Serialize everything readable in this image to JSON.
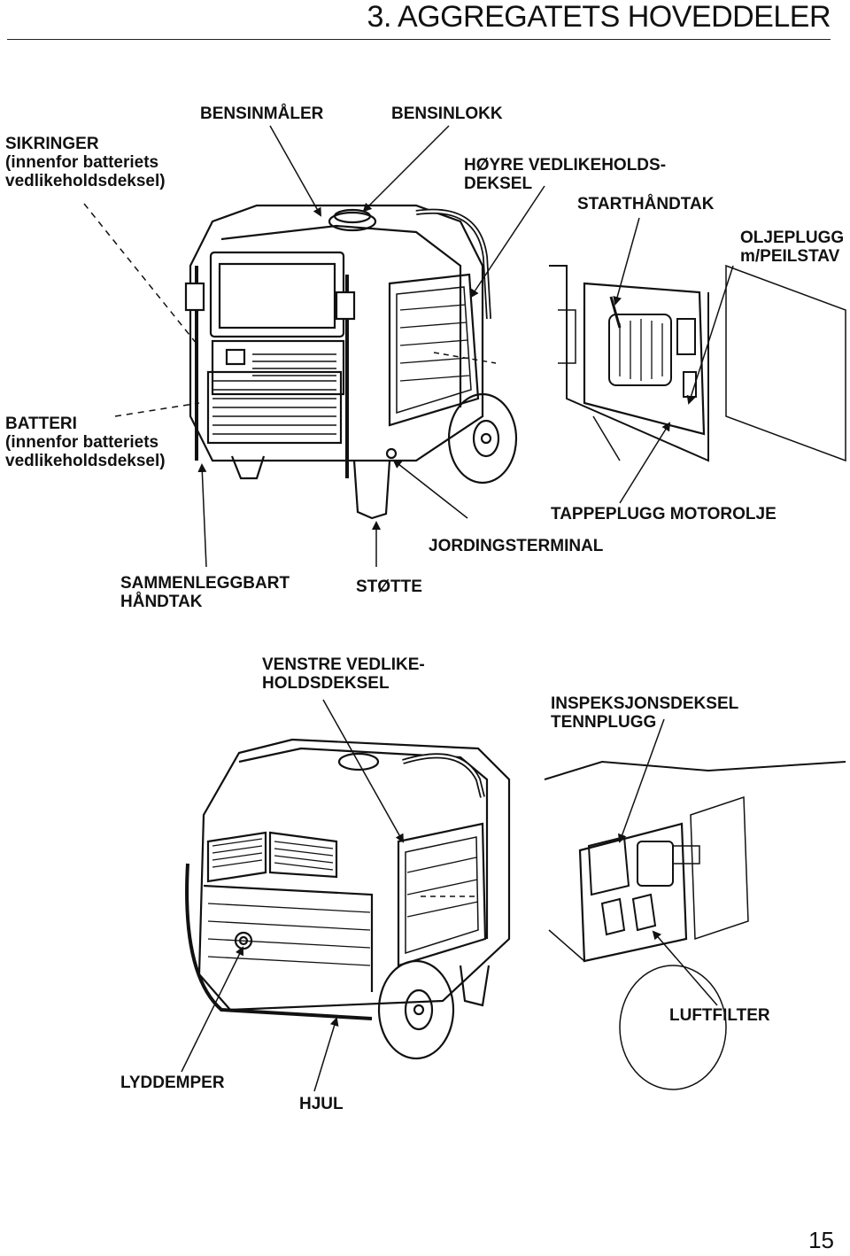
{
  "header": {
    "title": "3. AGGREGATETS HOVEDDELER"
  },
  "labels": {
    "sikringer": [
      "SIKRINGER",
      "(innenfor batteriets",
      "vedlikeholdsdeksel)"
    ],
    "bensinmaaler": "BENSINMÅLER",
    "bensinlokk": "BENSINLOKK",
    "hoyre_deksel": [
      "HØYRE VEDLIKEHOLDS-",
      "DEKSEL"
    ],
    "starthandtak": "STARTHÅNDTAK",
    "oljeplugg": [
      "OLJEPLUGG",
      "m/PEILSTAV"
    ],
    "batteri": [
      "BATTERI",
      "(innenfor batteriets",
      "vedlikeholdsdeksel)"
    ],
    "tappeplugg": "TAPPEPLUGG MOTOROLJE",
    "jordingsterminal": "JORDINGSTERMINAL",
    "sammenleggbart": [
      "SAMMENLEGGBART",
      "HÅNDTAK"
    ],
    "stotte": "STØTTE",
    "venstre_deksel": [
      "VENSTRE VEDLIKE-",
      "HOLDSDEKSEL"
    ],
    "inspeksjon": [
      "INSPEKSJONSDEKSEL",
      "TENNPLUGG"
    ],
    "luftfilter": "LUFTFILTER",
    "lyddemper": "LYDDEMPER",
    "hjul": "HJUL"
  },
  "footer": {
    "page_number": "15"
  }
}
